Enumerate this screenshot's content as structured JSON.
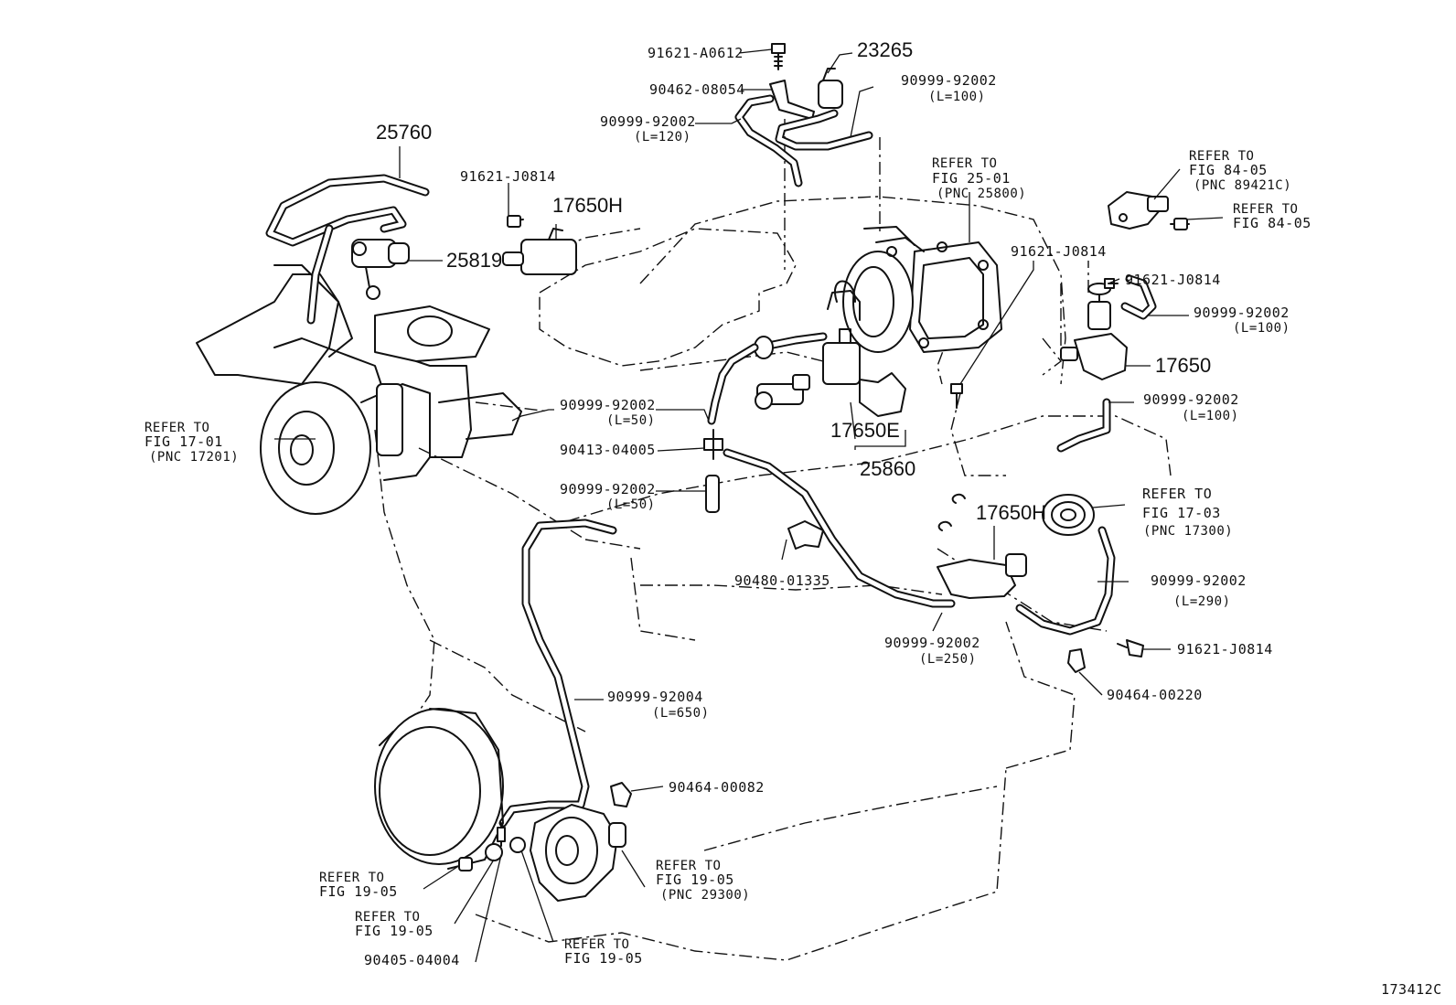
{
  "diagram": {
    "figure_code": "173412C",
    "labels": {
      "p_91621_A0612": "91621-A0612",
      "p_23265": "23265",
      "p_90462_08054": "90462-08054",
      "p_90999_92002_top": "90999-92002",
      "p_90999_92002_top_len": "(L=100)",
      "p_90999_92002_l120": "90999-92002",
      "p_90999_92002_l120_len": "(L=120)",
      "p_25760": "25760",
      "p_91621_J0814_a": "91621-J0814",
      "p_17650H_a": "17650H",
      "p_25819": "25819",
      "ref_25_01_a": "REFER TO",
      "ref_25_01_b": "FIG 25-01",
      "ref_25_01_c": "(PNC 25800)",
      "ref_84_05_a1": "REFER TO",
      "ref_84_05_a2": "FIG 84-05",
      "ref_84_05_a3": "(PNC 89421C)",
      "ref_84_05_b1": "REFER TO",
      "ref_84_05_b2": "FIG 84-05",
      "p_91621_J0814_b": "91621-J0814",
      "p_91621_J0814_c": "91621-J0814",
      "p_90999_92002_r1": "90999-92002",
      "p_90999_92002_r1_len": "(L=100)",
      "p_17650": "17650",
      "p_90999_92002_r2": "90999-92002",
      "p_90999_92002_r2_len": "(L=100)",
      "ref_17_01_a": "REFER TO",
      "ref_17_01_b": "FIG 17-01",
      "ref_17_01_c": "(PNC 17201)",
      "p_90999_92002_l50a": "90999-92002",
      "p_90999_92002_l50a_len": "(L=50)",
      "p_90413_04005": "90413-04005",
      "p_90999_92002_l50b": "90999-92002",
      "p_90999_92002_l50b_len": "(L=50)",
      "p_17650E": "17650E",
      "p_25860": "25860",
      "p_17650H_b": "17650H",
      "ref_17_03_a": "REFER TO",
      "ref_17_03_b": "FIG 17-03",
      "ref_17_03_c": "(PNC 17300)",
      "p_90480_01335": "90480-01335",
      "p_90999_92002_l290": "90999-92002",
      "p_90999_92002_l290_len": "(L=290)",
      "p_90999_92002_l250": "90999-92002",
      "p_90999_92002_l250_len": "(L=250)",
      "p_91621_J0814_d": "91621-J0814",
      "p_90464_00220": "90464-00220",
      "p_90999_92004": "90999-92004",
      "p_90999_92004_len": "(L=650)",
      "p_90464_00082": "90464-00082",
      "ref_19_05_a1": "REFER TO",
      "ref_19_05_a2": "FIG 19-05",
      "ref_19_05_a3": "(PNC 29300)",
      "ref_19_05_b1": "REFER TO",
      "ref_19_05_b2": "FIG 19-05",
      "ref_19_05_c1": "REFER TO",
      "ref_19_05_c2": "FIG 19-05",
      "ref_19_05_d1": "REFER TO",
      "ref_19_05_d2": "FIG 19-05",
      "p_90405_04004": "90405-04004"
    }
  }
}
